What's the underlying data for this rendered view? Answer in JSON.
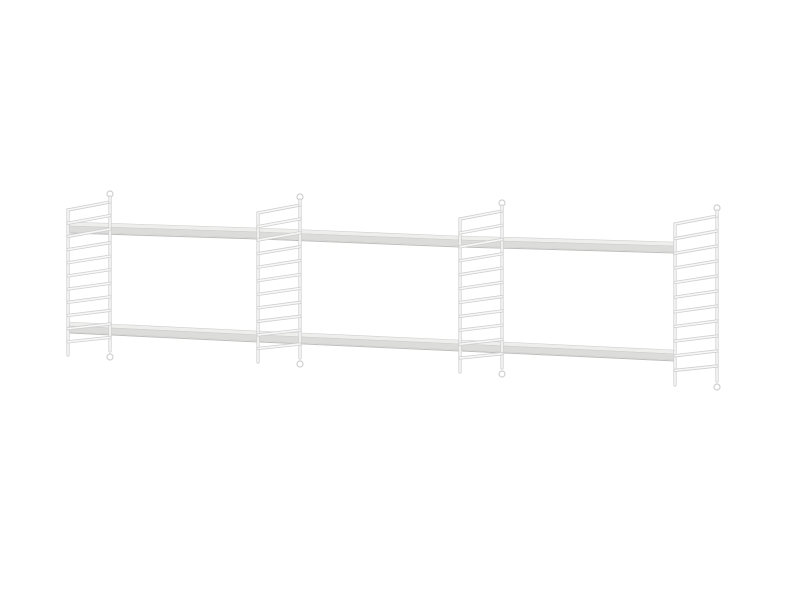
{
  "scene": {
    "subject": "wall-mounted-shelving-unit",
    "background_color": "#ffffff",
    "frame_color": "#f7f7f7",
    "frame_outline_color": "#cfcfcf",
    "shelf_top_color": "#eeeeec",
    "shelf_edge_color": "#dcdcda",
    "shelf_shadow_color": "#bdbdbb",
    "side_panel_count": 4,
    "shelf_rows": 2,
    "shelf_columns": 3
  }
}
